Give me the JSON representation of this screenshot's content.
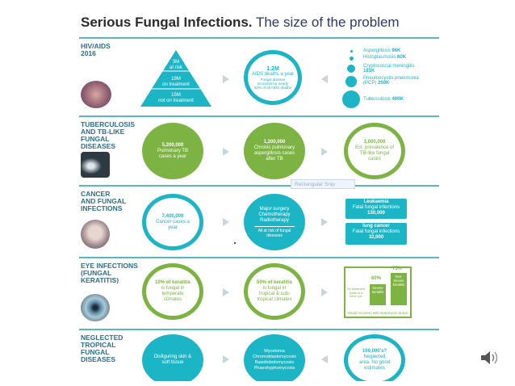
{
  "title": {
    "bold": "Serious Fungal Infections.",
    "rest": "The size of the problem"
  },
  "sections": {
    "hiv": {
      "label": "HIV/AIDS\n2016",
      "pyramid": {
        "top": "3M\nat risk",
        "mid": "19M\non treatment",
        "bottom": "15M\nnot on treatment"
      },
      "deaths": {
        "value": "1.2M",
        "line": "AIDS deaths a year",
        "note": "Fungal disease accounts for nearly 50% of all AIDS deaths"
      },
      "legend": [
        {
          "name": "Aspergillosis",
          "value": "96K"
        },
        {
          "name": "Histoplasmosis",
          "value": "60K"
        },
        {
          "name": "Cryptococcal meningitis",
          "value": "181K"
        },
        {
          "name": "Pneumocystis pneumonia (PCP)",
          "value": "260K"
        },
        {
          "name": "Tuberculosis",
          "value": "400K"
        }
      ]
    },
    "tb": {
      "label": "TUBERCULOSIS\nAND TB-LIKE\nFUNGAL\nDISEASES",
      "c1": {
        "value": "5,200,000",
        "text": "Pulmonary TB cases a year"
      },
      "c2": {
        "value": "1,200,000",
        "text": "Chronic pulmonary aspergillosis cases after TB"
      },
      "c3": {
        "value": "3,000,000",
        "text": "Est. prevalence of TB-like fungal cases"
      }
    },
    "cancer": {
      "label": "CANCER\nAND FUNGAL\nINFECTIONS",
      "c1": {
        "value": "7,400,000",
        "text": "Cancer cases a year"
      },
      "c2": {
        "text": "Major surgery\nChemotherapy\nRadiotherapy",
        "note": "All at risk of fungal diseases"
      },
      "leuk": {
        "title": "Leukaemia",
        "line": "Fatal fungal infections",
        "value": "130,000"
      },
      "lung": {
        "title": "lung cancer",
        "line": "Fatal fungal infections",
        "value": "32,000"
      }
    },
    "eye": {
      "label": "EYE INFECTIONS\n(FUNGAL\nKERATITIS)",
      "c1": {
        "value": "10% of keratitis",
        "text": "is fungal in temperate climates"
      },
      "c2": {
        "value": "50% of keratitis",
        "text": "is fungal in tropical & sub-tropical climates"
      },
      "bars": {
        "b1": "No treatment leads to a blind eye",
        "v2": "60%",
        "b2": "Severe keratitis",
        "v3": "75%",
        "b3": "Non-Severe keratitis",
        "caption": "Visual recovery with Natamycin drops"
      }
    },
    "ntd": {
      "label": "NEGLECTED\nTROPICAL\nFUNGAL\nDISEASES",
      "c1": {
        "text": "Disfiguring skin & soft tissue"
      },
      "c2": {
        "text": "Mycetoma\nChromoblastomycosis\nBasidiobolomycosis\nPhaeohyphomycosis"
      },
      "c3": {
        "value": "100,000's?",
        "text": "Neglected area. No good estimates"
      }
    }
  },
  "snip_label": "Rectangular Snip",
  "colors": {
    "teal": "#1cb5c5",
    "green": "#7cb342",
    "line": "#59b7c3"
  }
}
